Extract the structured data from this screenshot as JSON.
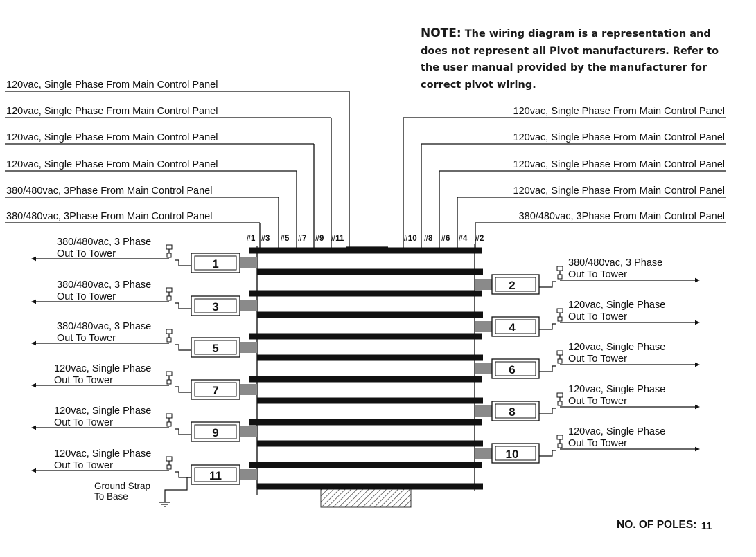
{
  "note": {
    "label": "NOTE:",
    "text": " The wiring diagram is a representation and does not represent all Pivot manufacturers. Refer to the user manual provided by the manufacturer for correct pivot wiring."
  },
  "left_inputs": [
    {
      "label": "120vac, Single Phase From Main Control Panel",
      "wire": 11
    },
    {
      "label": "120vac, Single Phase From Main Control Panel",
      "wire": 9
    },
    {
      "label": "120vac, Single Phase From Main Control Panel",
      "wire": 7
    },
    {
      "label": "120vac, Single Phase From Main Control Panel",
      "wire": 5
    },
    {
      "label": "380/480vac, 3Phase From Main Control Panel",
      "wire": 3
    },
    {
      "label": "380/480vac, 3Phase From Main Control Panel",
      "wire": 1
    }
  ],
  "right_inputs": [
    {
      "label": "120vac, Single Phase From Main Control Panel",
      "wire": 10
    },
    {
      "label": "120vac, Single Phase From Main Control Panel",
      "wire": 8
    },
    {
      "label": "120vac, Single Phase From Main Control Panel",
      "wire": 6
    },
    {
      "label": "120vac, Single Phase From Main Control Panel",
      "wire": 4
    },
    {
      "label": "380/480vac, 3Phase From Main Control Panel",
      "wire": 2
    }
  ],
  "wire_tags_left": [
    "#1",
    "#3",
    "#5",
    "#7",
    "#9",
    "#11"
  ],
  "wire_tags_right": [
    "#10",
    "#8",
    "#6",
    "#4",
    "#2"
  ],
  "left_outputs": [
    {
      "pole": "1",
      "line1": "380/480vac, 3 Phase",
      "line2": "Out To Tower"
    },
    {
      "pole": "3",
      "line1": "380/480vac, 3 Phase",
      "line2": "Out To Tower"
    },
    {
      "pole": "5",
      "line1": "380/480vac, 3 Phase",
      "line2": "Out To Tower"
    },
    {
      "pole": "7",
      "line1": "120vac, Single Phase",
      "line2": "Out To Tower"
    },
    {
      "pole": "9",
      "line1": "120vac, Single Phase",
      "line2": "Out To Tower"
    },
    {
      "pole": "11",
      "line1": "120vac, Single Phase",
      "line2": "Out To Tower"
    }
  ],
  "right_outputs": [
    {
      "pole": "2",
      "line1": "380/480vac, 3 Phase",
      "line2": "Out To Tower"
    },
    {
      "pole": "4",
      "line1": "120vac, Single Phase",
      "line2": "Out To Tower"
    },
    {
      "pole": "6",
      "line1": "120vac, Single Phase",
      "line2": "Out To Tower"
    },
    {
      "pole": "8",
      "line1": "120vac, Single Phase",
      "line2": "Out To Tower"
    },
    {
      "pole": "10",
      "line1": "120vac, Single Phase",
      "line2": "Out To Tower"
    }
  ],
  "ground": {
    "line1": "Ground Strap",
    "line2": "To Base"
  },
  "footer": {
    "label": "NO. OF POLES:",
    "count": "11"
  }
}
